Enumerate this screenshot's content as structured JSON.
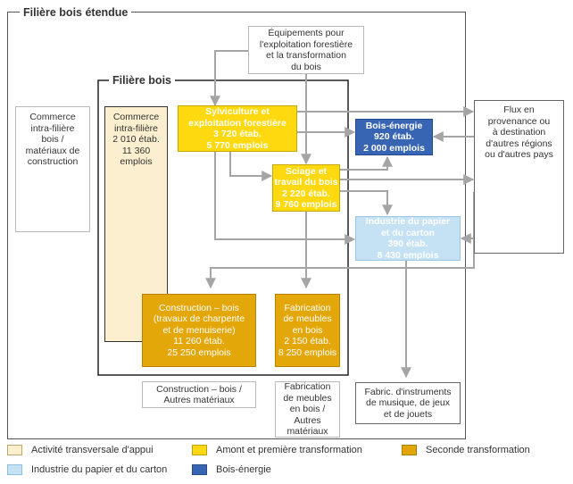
{
  "frames": {
    "outer_title": "Filière bois étendue",
    "inner_title": "Filière bois"
  },
  "nodes": {
    "equipements": [
      "Équipements pour",
      "l'exploitation forestière",
      "et la transformation",
      "du bois"
    ],
    "commerce_ext": [
      "Commerce",
      "intra-filière",
      "bois /",
      "matériaux de",
      "construction"
    ],
    "commerce_int": [
      "Commerce",
      "intra-filière",
      "2 010 étab.",
      "11 360",
      "emplois"
    ],
    "sylviculture": [
      "Sylviculture et",
      "exploitation forestière",
      "3 720 étab.",
      "5 770 emplois"
    ],
    "bois_energie": [
      "Bois-énergie",
      "920 étab.",
      "2 000 emplois"
    ],
    "flux": [
      "Flux en",
      "provenance ou",
      "à destination",
      "d'autres régions",
      "ou d'autres pays"
    ],
    "sciage": [
      "Sciage et",
      "travail du bois",
      "2 220 étab.",
      "9 760 emplois"
    ],
    "papier": [
      "Industrie du papier",
      "et du carton",
      "390 étab.",
      "8 430 emplois"
    ],
    "construction": [
      "Construction – bois",
      "(travaux de charpente",
      "et de menuiserie)",
      "11 260 étab.",
      "25 250 emplois"
    ],
    "meubles": [
      "Fabrication",
      "de meubles",
      "en bois",
      "2 150 étab.",
      "8 250 emplois"
    ],
    "construction_ext": [
      "Construction – bois /",
      "Autres matériaux"
    ],
    "meubles_ext": [
      "Fabrication",
      "de meubles",
      "en bois /",
      "Autres",
      "matériaux"
    ],
    "instruments": [
      "Fabric. d'instruments",
      "de musique, de jeux",
      "et de jouets"
    ]
  },
  "legend": [
    {
      "label": "Activité transversale d'appui",
      "color": "#fcefcf"
    },
    {
      "label": "Amont et première transformation",
      "color": "#ffd90f"
    },
    {
      "label": "Seconde transformation",
      "color": "#e4a70a"
    },
    {
      "label": "Industrie du papier et du carton",
      "color": "#c5e2f5"
    },
    {
      "label": "Bois-énergie",
      "color": "#3865b3"
    }
  ]
}
